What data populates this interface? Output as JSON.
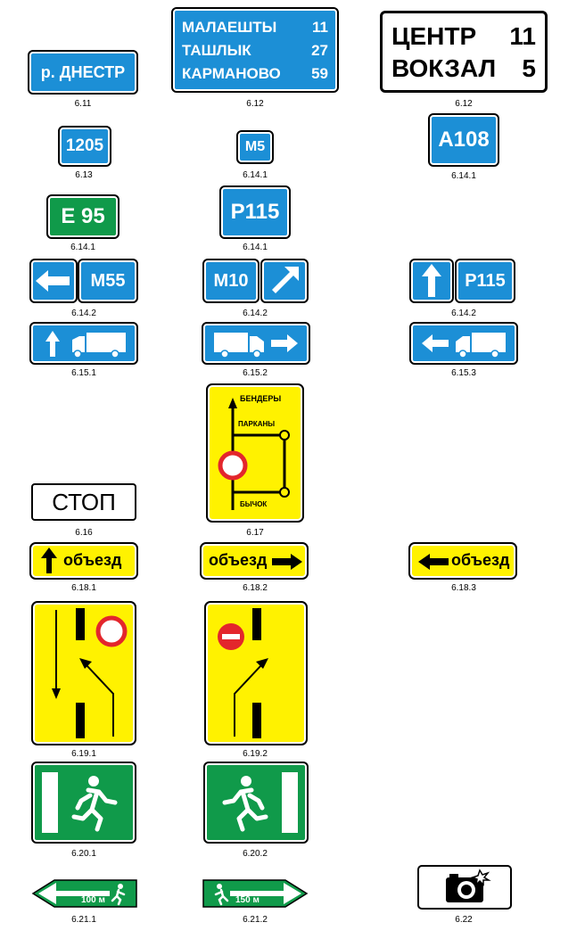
{
  "signs": {
    "s611": {
      "text": "р. ДНЕСТР",
      "caption": "6.11"
    },
    "s612a": {
      "rows": [
        {
          "name": "МАЛАЕШТЫ",
          "dist": "11"
        },
        {
          "name": "ТАШЛЫК",
          "dist": "27"
        },
        {
          "name": "КАРМАНОВО",
          "dist": "59"
        }
      ],
      "caption": "6.12"
    },
    "s612b": {
      "rows": [
        {
          "name": "ЦЕНТР",
          "dist": "11"
        },
        {
          "name": "ВОКЗАЛ",
          "dist": "5"
        }
      ],
      "caption": "6.12"
    },
    "s613": {
      "text": "1205",
      "caption": "6.13"
    },
    "s6141a": {
      "text": "М5",
      "caption": "6.14.1"
    },
    "s6141b": {
      "text": "А108",
      "caption": "6.14.1"
    },
    "s6141c": {
      "text": "Е 95",
      "caption": "6.14.1"
    },
    "s6141d": {
      "text": "Р115",
      "caption": "6.14.1"
    },
    "s6142a": {
      "text": "М55",
      "caption": "6.14.2"
    },
    "s6142b": {
      "text": "М10",
      "caption": "6.14.2"
    },
    "s6142c": {
      "text": "Р115",
      "caption": "6.14.2"
    },
    "s6151": {
      "caption": "6.15.1"
    },
    "s6152": {
      "caption": "6.15.2"
    },
    "s6153": {
      "caption": "6.15.3"
    },
    "s616": {
      "text": "СТОП",
      "caption": "6.16"
    },
    "s617": {
      "top": "БЕНДЕРЫ",
      "mid": "ПАРКАНЫ",
      "bottom": "БЫЧОК",
      "caption": "6.17"
    },
    "s6181": {
      "text": "объезд",
      "caption": "6.18.1"
    },
    "s6182": {
      "text": "объезд",
      "caption": "6.18.2"
    },
    "s6183": {
      "text": "объезд",
      "caption": "6.18.3"
    },
    "s6191": {
      "caption": "6.19.1"
    },
    "s6192": {
      "caption": "6.19.2"
    },
    "s6201": {
      "caption": "6.20.1"
    },
    "s6202": {
      "caption": "6.20.2"
    },
    "s6211": {
      "text": "100 м",
      "caption": "6.21.1"
    },
    "s6212": {
      "text": "150 м",
      "caption": "6.21.2"
    },
    "s622": {
      "caption": "6.22"
    }
  },
  "colors": {
    "blue": "#1c8fd6",
    "green": "#109a4a",
    "yellow": "#fff200",
    "red": "#e3262c"
  }
}
